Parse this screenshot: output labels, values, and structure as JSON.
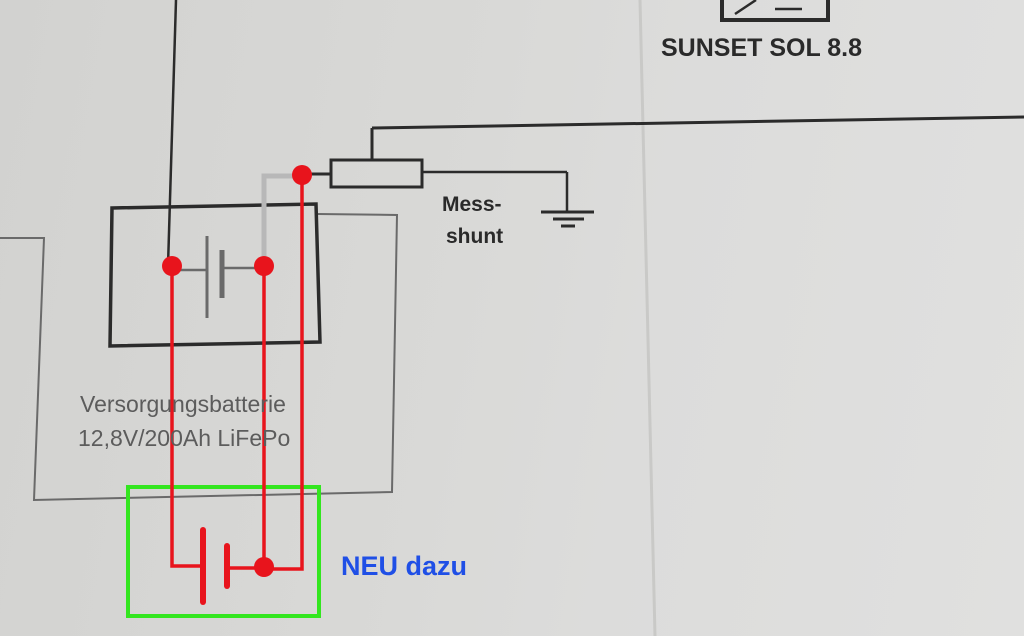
{
  "labels": {
    "inverter": "SUNSET SOL 8.8",
    "shunt_line1": "Mess-",
    "shunt_line2": "shunt",
    "battery_line1": "Versorgungsbatterie",
    "battery_line2": "12,8V/200Ah LiFePo",
    "annotation": "NEU dazu"
  },
  "colors": {
    "ink": "#2b2b2b",
    "faded_ink": "#6a6a6a",
    "added_wiring": "#e8141c",
    "highlight_box": "#33e61f",
    "annotation_text": "#1f4fe6"
  }
}
